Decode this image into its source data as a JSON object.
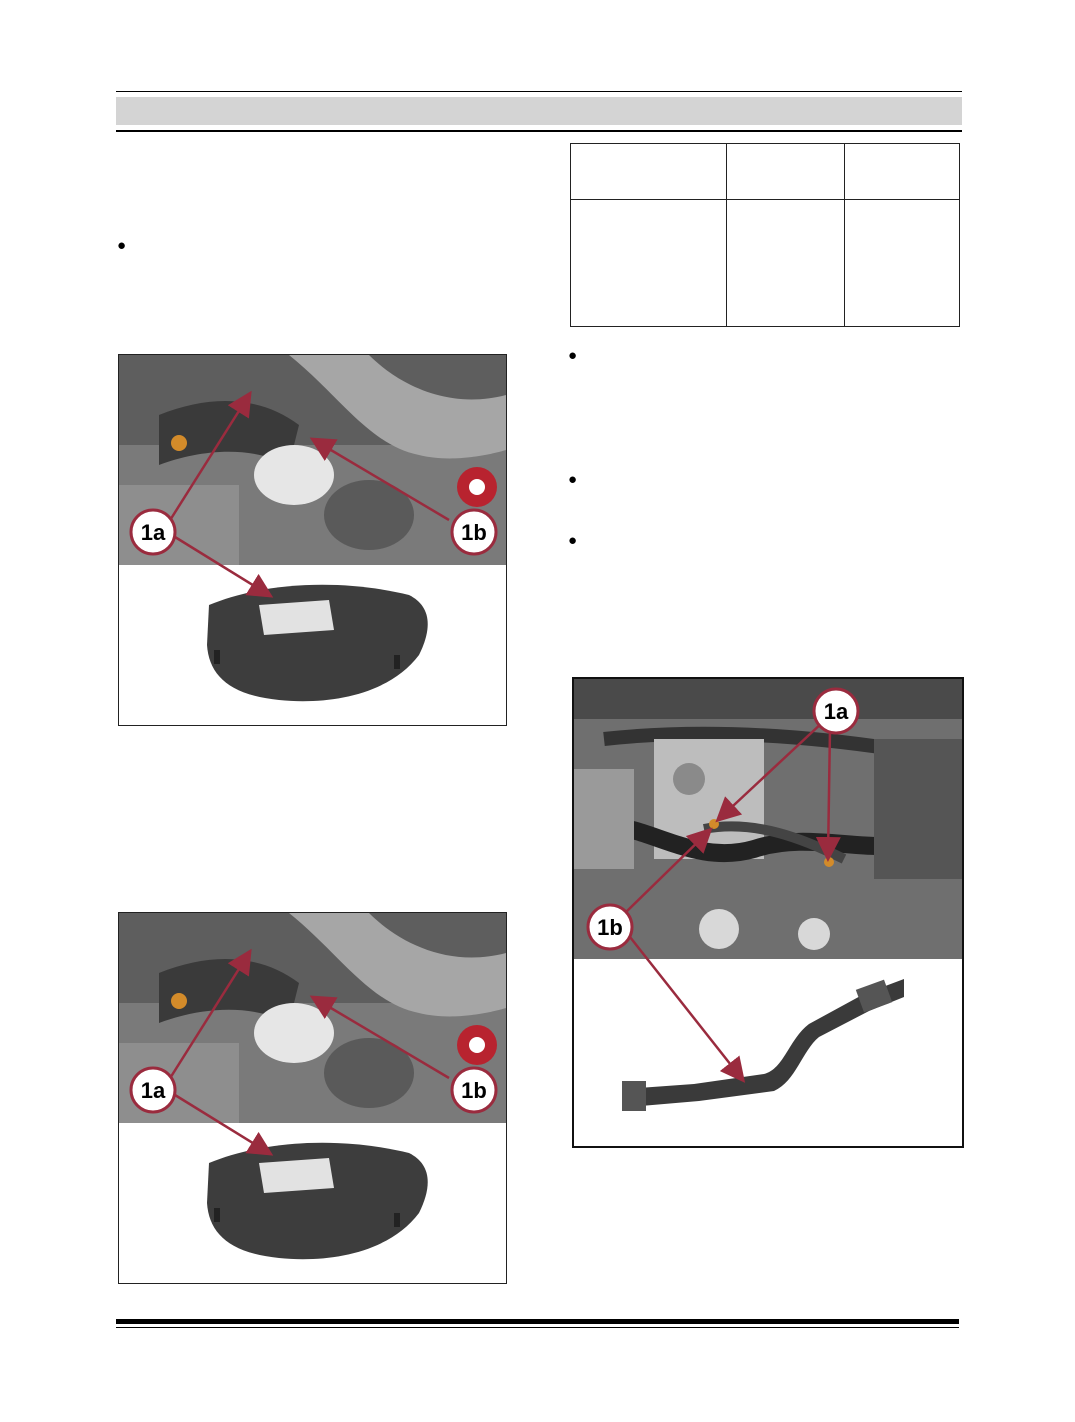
{
  "figures": {
    "fig_top_left": {
      "callouts": [
        "1a",
        "1b"
      ]
    },
    "fig_bottom_left": {
      "callouts": [
        "1a",
        "1b"
      ]
    },
    "fig_right": {
      "callouts": [
        "1a",
        "1b"
      ]
    }
  },
  "colors": {
    "header_band": "#d4d4d4",
    "arrow": "#9a2b3e",
    "badge": "#b8232f"
  },
  "icons": [
    "torque-badge-icon",
    "bullet-icon"
  ]
}
